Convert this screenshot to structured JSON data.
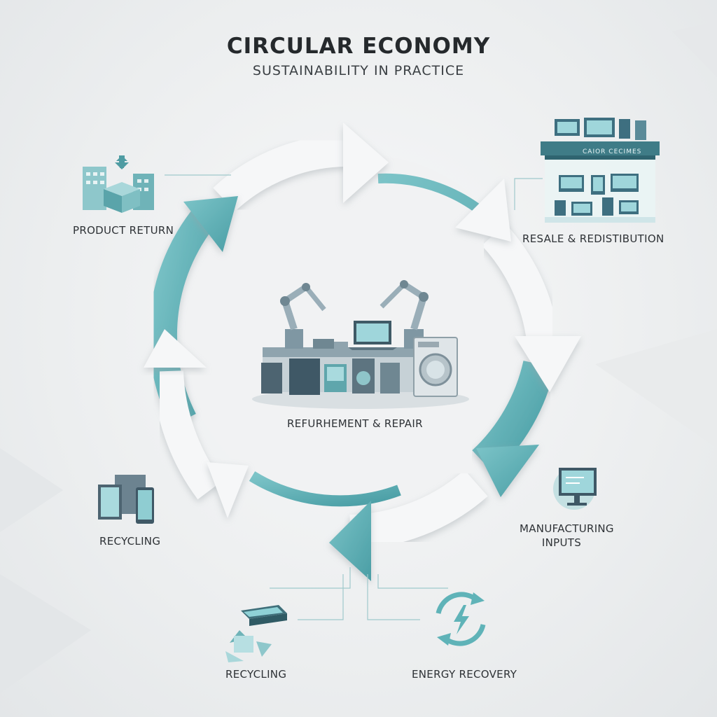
{
  "header": {
    "title": "CIRCULAR ECONOMY",
    "subtitle": "SUSTAINABILITY IN PRACTICE"
  },
  "stages": {
    "product_return": "PRODUCT RETURN",
    "resale": "RESALE & REDISTIBUTION",
    "refurbishment": "REFURHEMENT & REPAIR",
    "manufacturing": [
      "MANUFACTURING",
      "INPUTS"
    ],
    "recycling_left": "RECYCLING",
    "recycling_bottom": "RECYCLING",
    "energy_recovery": "ENERGY RECOVERY"
  },
  "store_sign": "CAIOR CECIMES",
  "colors": {
    "teal": "#5fb3b8",
    "teal_dark": "#3f8f96",
    "arrow_white": "#f4f5f6",
    "ink": "#2b2f33"
  },
  "icons": [
    "box-return-icon",
    "storefront-icon",
    "robot-arms-icon",
    "monitor-icon",
    "devices-icon",
    "recycle-icon",
    "energy-recycle-icon"
  ]
}
